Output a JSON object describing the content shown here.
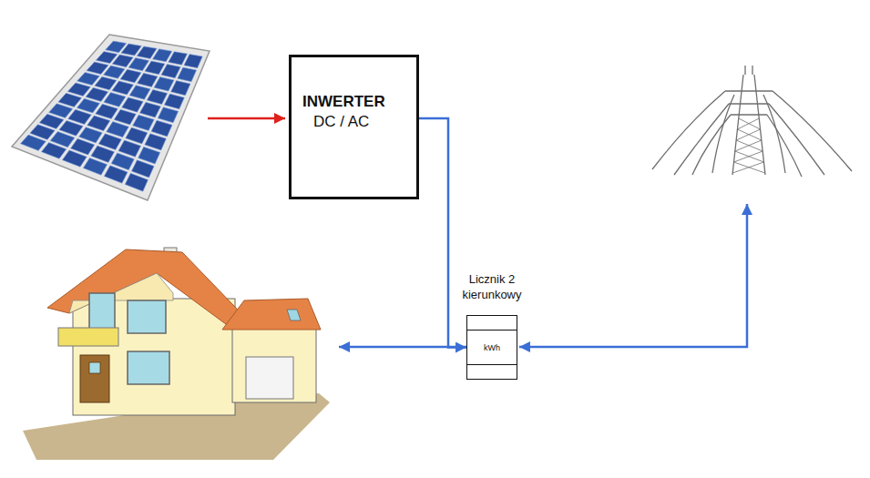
{
  "diagram": {
    "nodes": [
      {
        "text": [
          "INWERTER",
          "DC / AC"
        ]
      },
      {
        "text": [
          "Licznik 2 kierunkowy",
          "kWh"
        ]
      }
    ],
    "edges": [
      {
        "from": 0,
        "to": 1,
        "arrow": "to"
      }
    ]
  }
}
